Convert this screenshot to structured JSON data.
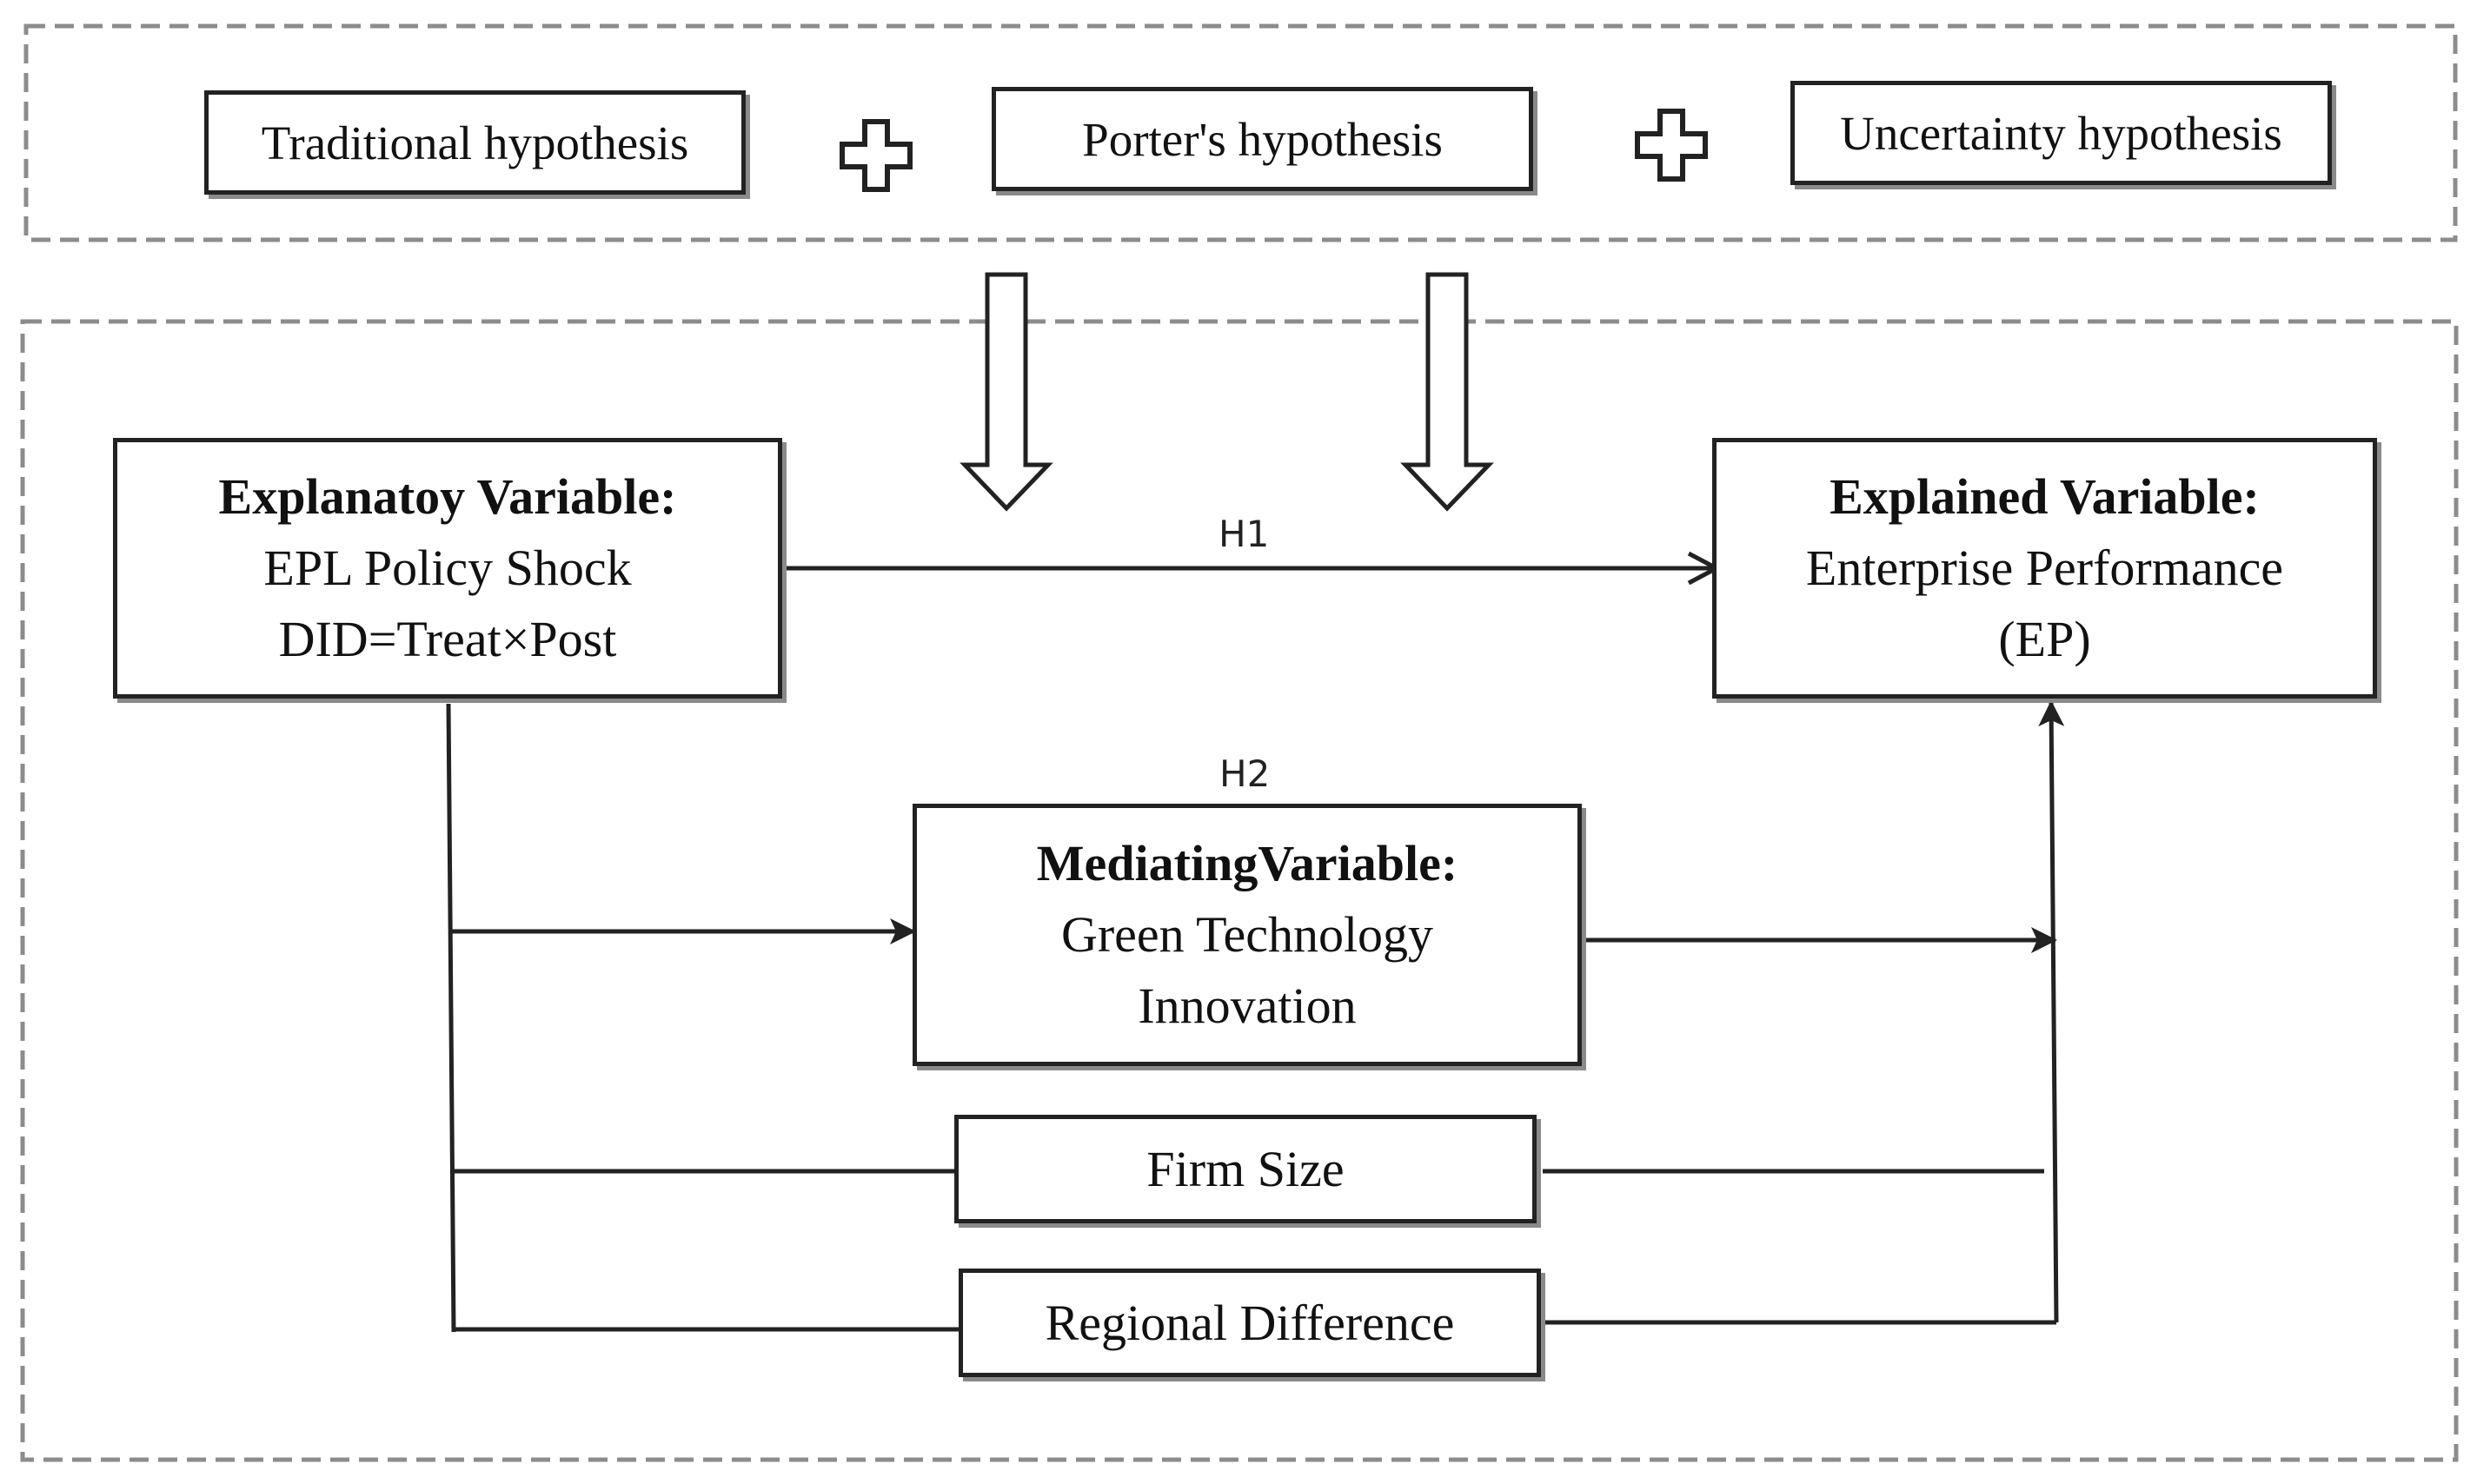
{
  "hypotheses": {
    "traditional": "Traditional hypothesis",
    "porter": "Porter's hypothesis",
    "uncertainty": "Uncertainty hypothesis"
  },
  "explanatory": {
    "title": "Explanatoy Variable:",
    "line1": "EPL Policy Shock",
    "line2": "DID=Treat×Post"
  },
  "explained": {
    "title": "Explained Variable:",
    "line1": "Enterprise Performance",
    "line2": "(EP)"
  },
  "mediating": {
    "title": "MediatingVariable:",
    "line1": "Green Technology",
    "line2": "Innovation"
  },
  "controls": {
    "firm_size": "Firm Size",
    "regional": "Regional Difference"
  },
  "paths": {
    "h1": "H1",
    "h2": "H2"
  },
  "icons": {
    "plus": "plus-outline-icon",
    "down_arrow": "hollow-down-arrow-icon"
  },
  "colors": {
    "line": "#222222",
    "dashed_border": "#8c8c8c",
    "shadow": "#8a8a8a",
    "background": "#ffffff"
  }
}
